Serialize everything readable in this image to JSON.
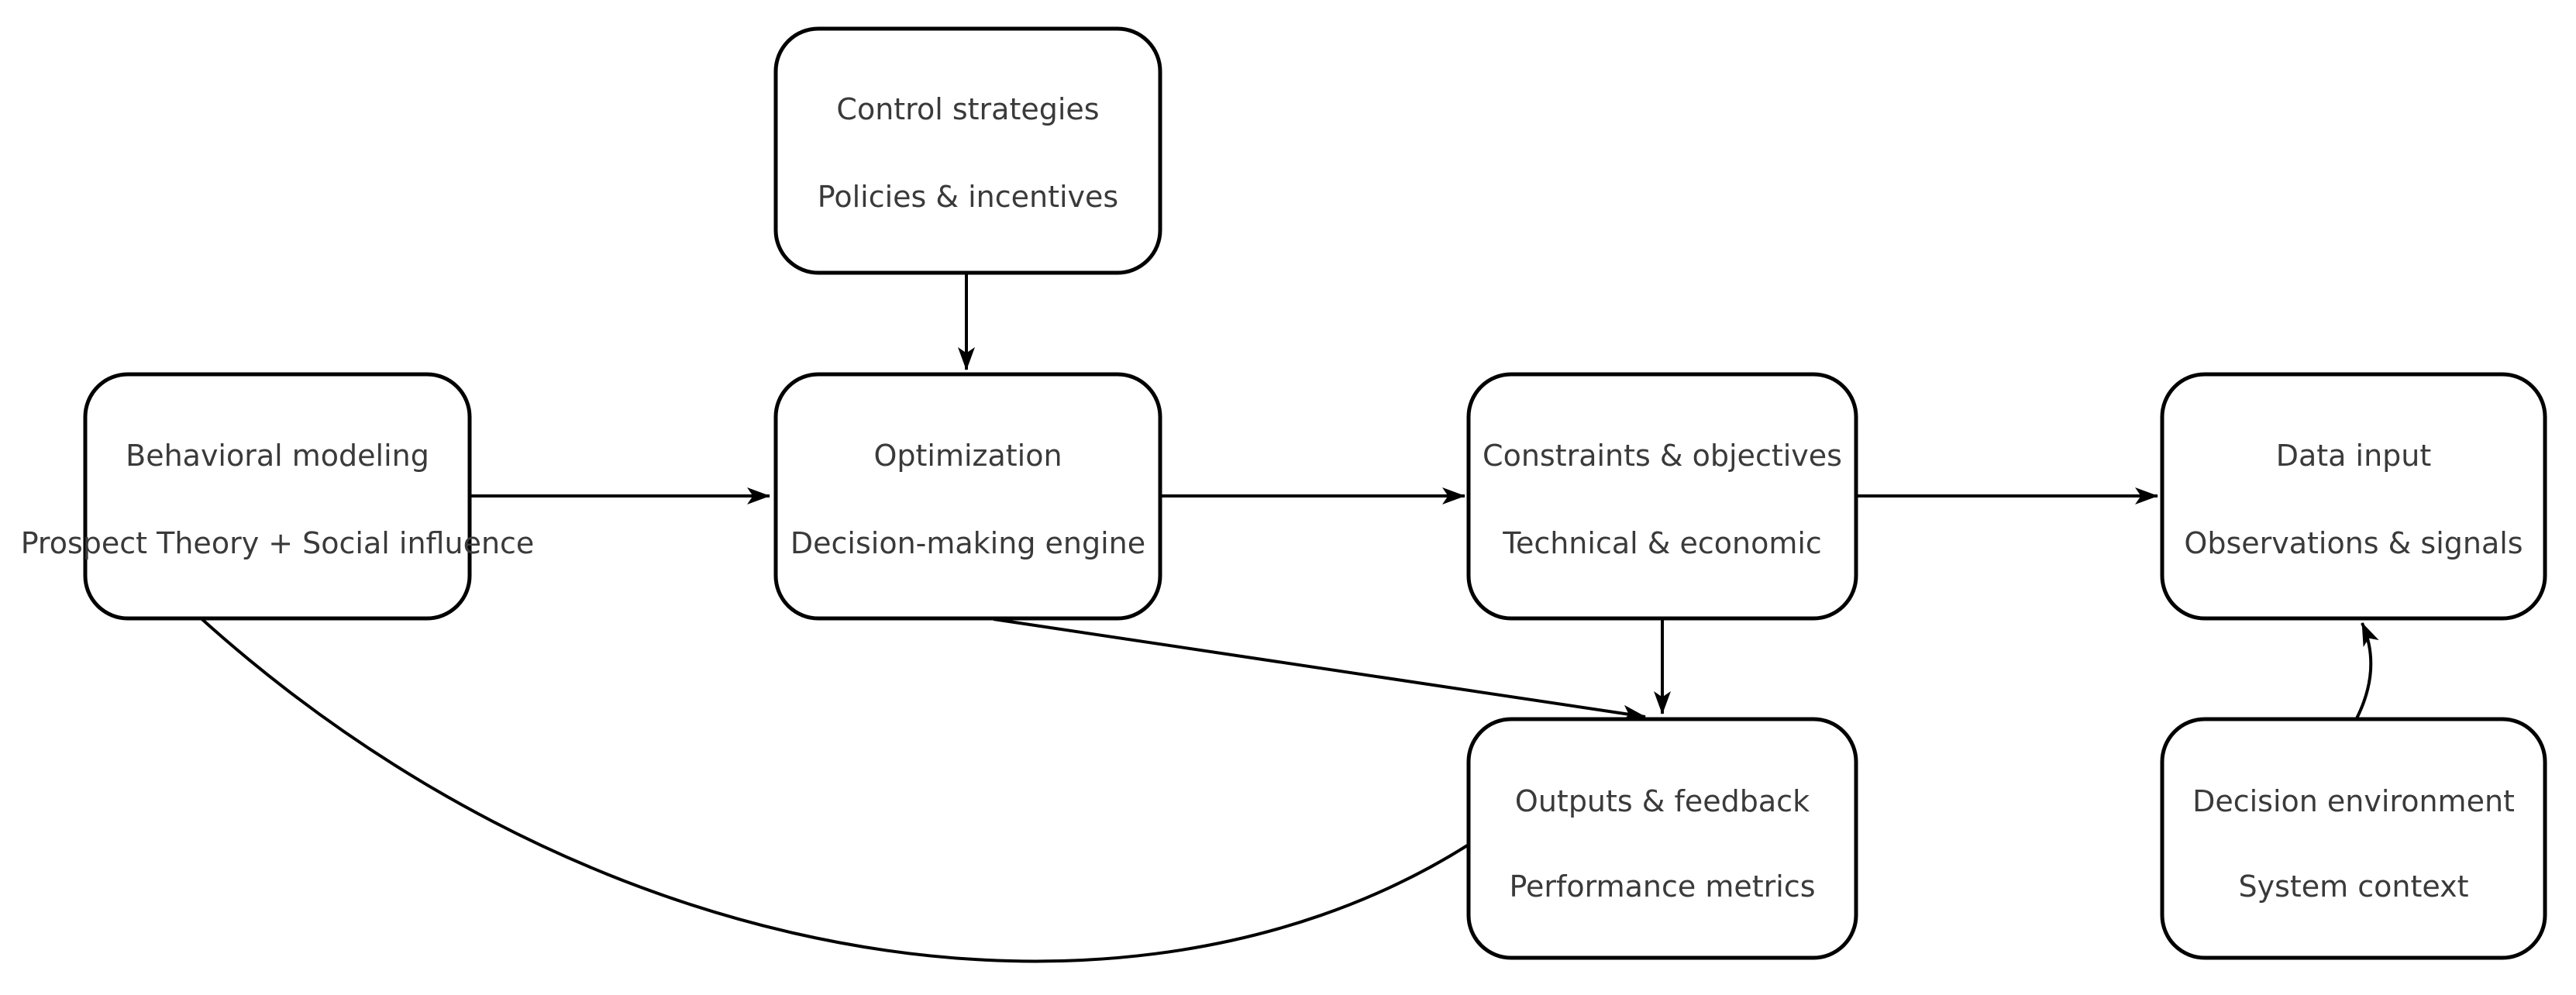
{
  "diagram": {
    "background_color": "#ffffff",
    "line_color": "#000000",
    "text_color": "#3a3a3a",
    "nodes": {
      "control_strategies": {
        "line1": "Control strategies",
        "line2": "Policies & incentives"
      },
      "behavioral_modeling": {
        "line1": "Behavioral modeling",
        "line2": "Prospect Theory + Social influence"
      },
      "optimization": {
        "line1": "Optimization",
        "line2": "Decision-making engine"
      },
      "constraints_objectives": {
        "line1": "Constraints & objectives",
        "line2": "Technical & economic"
      },
      "data_input": {
        "line1": "Data input",
        "line2": "Observations & signals"
      },
      "outputs_feedback": {
        "line1": "Outputs & feedback",
        "line2": "Performance metrics"
      },
      "decision_environment": {
        "line1": "Decision environment",
        "line2": "System context"
      }
    },
    "edges": [
      {
        "from": "control_strategies",
        "to": "optimization",
        "style": "straight-down"
      },
      {
        "from": "behavioral_modeling",
        "to": "optimization",
        "style": "straight-right"
      },
      {
        "from": "optimization",
        "to": "constraints_objectives",
        "style": "straight-right"
      },
      {
        "from": "constraints_objectives",
        "to": "data_input",
        "style": "straight-right"
      },
      {
        "from": "constraints_objectives",
        "to": "outputs_feedback",
        "style": "straight-down"
      },
      {
        "from": "optimization",
        "to": "outputs_feedback",
        "style": "diagonal"
      },
      {
        "from": "outputs_feedback",
        "to": "behavioral_modeling",
        "style": "curved"
      },
      {
        "from": "decision_environment",
        "to": "data_input",
        "style": "curved"
      }
    ]
  }
}
